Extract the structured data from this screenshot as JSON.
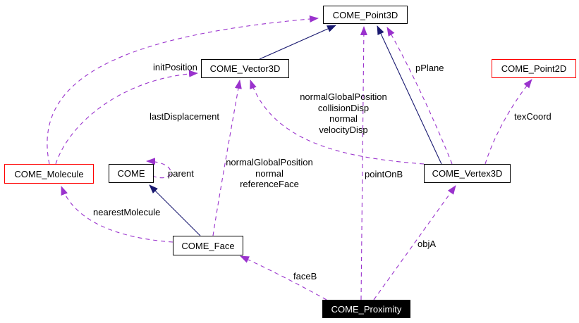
{
  "diagram": {
    "type": "collaboration-graph",
    "nodes": {
      "point3d": {
        "label": "COME_Point3D"
      },
      "vector3d": {
        "label": "COME_Vector3D"
      },
      "point2d": {
        "label": "COME_Point2D"
      },
      "molecule": {
        "label": "COME_Molecule"
      },
      "come": {
        "label": "COME"
      },
      "vertex3d": {
        "label": "COME_Vertex3D"
      },
      "face": {
        "label": "COME_Face"
      },
      "proximity": {
        "label": "COME_Proximity"
      }
    },
    "edge_labels": {
      "init_position": "initPosition",
      "last_displacement": "lastDisplacement",
      "vertex_to_vector_cluster": "normalGlobalPosition\ncollisionDisp\nnormal\nvelocityDisp",
      "p_plane": "pPlane",
      "tex_coord": "texCoord",
      "parent": "parent",
      "face_to_vector_cluster": "normalGlobalPosition\nnormal\nreferenceFace",
      "point_on_b": "pointOnB",
      "nearest_molecule": "nearestMolecule",
      "face_b": "faceB",
      "obj_a": "objA"
    },
    "colors": {
      "usage_edge": "#9a32cd",
      "inheritance_edge": "#191970",
      "highlight_border": "#ff0000",
      "node_border": "#000000",
      "current_node_bg": "#000000",
      "current_node_text": "#ffffff"
    }
  }
}
